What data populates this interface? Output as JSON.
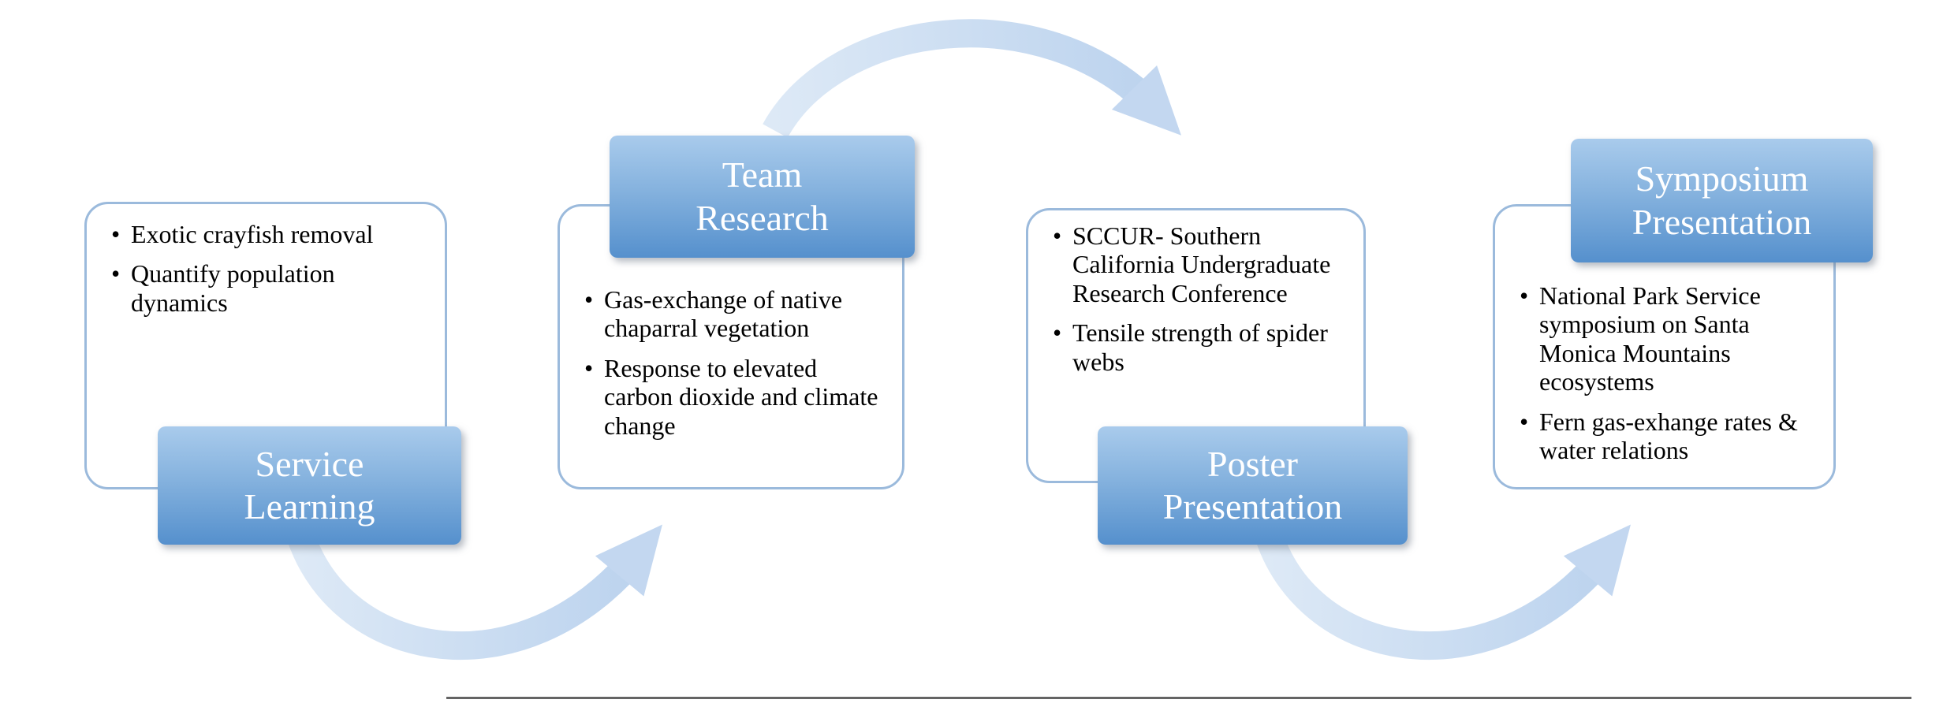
{
  "diagram": {
    "stages": [
      {
        "label": "Service\nLearning",
        "label_position": "bottom",
        "bullets": [
          "Exotic crayfish removal",
          "Quantify population dynamics"
        ]
      },
      {
        "label": "Team\nResearch",
        "label_position": "top",
        "bullets": [
          "Gas-exchange of native chaparral vegetation",
          "Response to elevated carbon dioxide and climate change"
        ]
      },
      {
        "label": "Poster\nPresentation",
        "label_position": "bottom",
        "bullets": [
          "SCCUR- Southern California Undergraduate Research Conference",
          "Tensile strength of spider webs"
        ]
      },
      {
        "label": "Symposium\nPresentation",
        "label_position": "top",
        "bullets": [
          "National Park Service symposium on Santa Monica Mountains ecosystems",
          "Fern gas-exhange rates & water relations"
        ]
      }
    ],
    "colors": {
      "label_gradient_top": "#a9cbec",
      "label_gradient_bottom": "#5590cd",
      "label_text": "#ffffff",
      "card_border": "#9bbadc",
      "card_background": "#ffffff",
      "bullet_text": "#000000",
      "arrow_fill": "#c3d7f0",
      "baseline": "#646464"
    }
  }
}
